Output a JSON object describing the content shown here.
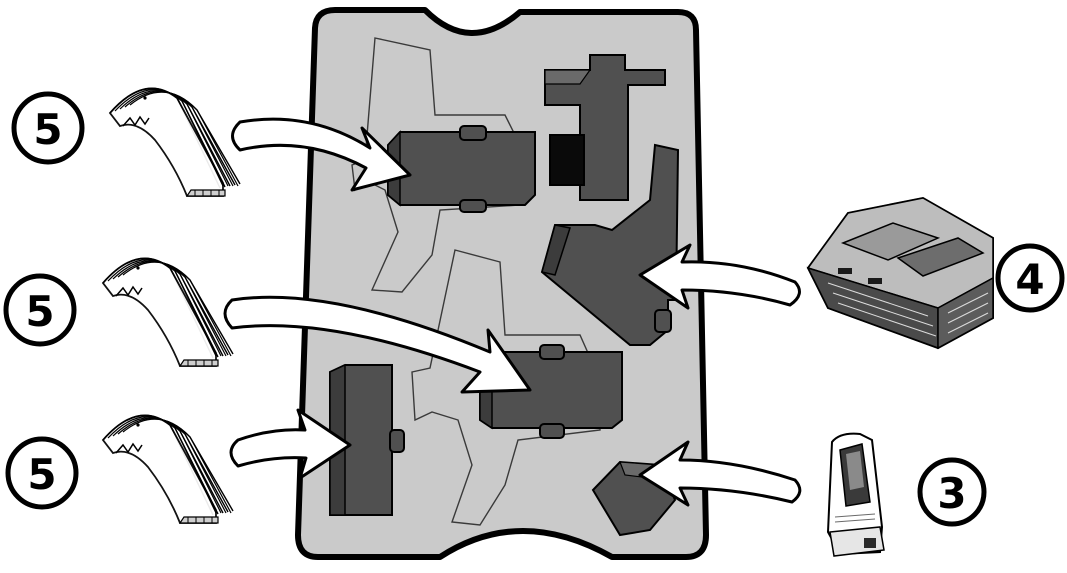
{
  "callouts": [
    {
      "id": "callout-left-top",
      "label": "5",
      "item": "shoe-pad-icon"
    },
    {
      "id": "callout-left-mid",
      "label": "5",
      "item": "shoe-pad-icon"
    },
    {
      "id": "callout-left-bottom",
      "label": "5",
      "item": "shoe-pad-icon"
    },
    {
      "id": "callout-right-top",
      "label": "4",
      "item": "battery-charger-icon"
    },
    {
      "id": "callout-right-bottom",
      "label": "3",
      "item": "battery-pack-icon"
    }
  ],
  "colors": {
    "tray": "#cacaca",
    "slot": "#505050",
    "slot_dark": "#2a2a2a",
    "outline": "#000000",
    "arrow_fill": "#ffffff"
  }
}
